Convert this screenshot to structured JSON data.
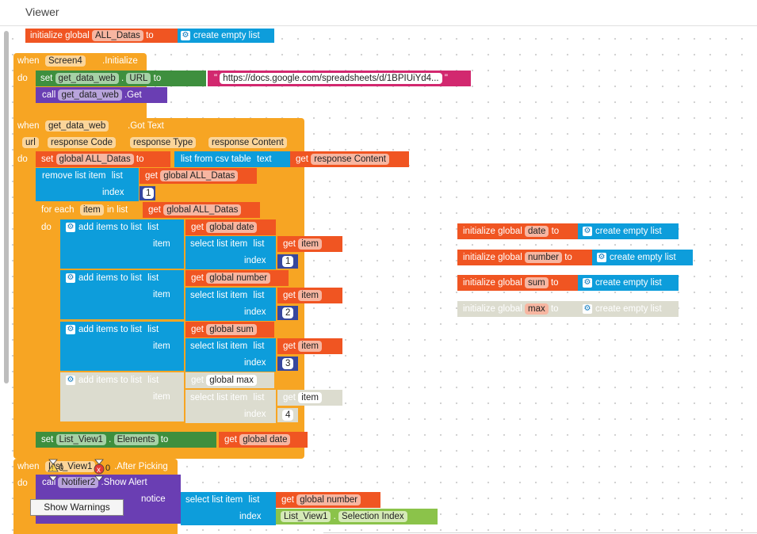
{
  "viewer": {
    "title": "Viewer"
  },
  "blocks": {
    "init_all": {
      "prefix": "initialize global",
      "name": "ALL_Datas",
      "to": "to",
      "value": "create empty list"
    },
    "init_date": {
      "prefix": "initialize global",
      "name": "date",
      "to": "to",
      "value": "create empty list"
    },
    "init_number": {
      "prefix": "initialize global",
      "name": "number",
      "to": "to",
      "value": "create empty list"
    },
    "init_sum": {
      "prefix": "initialize global",
      "name": "sum",
      "to": "to",
      "value": "create empty list"
    },
    "init_max": {
      "prefix": "initialize global",
      "name": "max",
      "to": "to",
      "value": "create empty list"
    },
    "screen_init": {
      "when": "when",
      "component": "Screen4",
      "event": ".Initialize",
      "do": "do",
      "set": "set",
      "set_component": "get_data_web",
      "dot": ".",
      "prop": "URL",
      "to": "to",
      "url_value": "https://docs.google.com/spreadsheets/d/1BPIUiYd4...",
      "call": "call",
      "call_component": "get_data_web",
      "call_method": ".Get"
    },
    "got_text": {
      "when": "when",
      "component": "get_data_web",
      "event": ".Got Text",
      "params": [
        "url",
        "response Code",
        "response Type",
        "response Content"
      ],
      "do": "do",
      "set": "set",
      "set_var": "global ALL_Datas",
      "to": "to",
      "csv": "list from csv table",
      "text": "text",
      "get": "get",
      "get_resp": "response Content",
      "remove": "remove list item",
      "list": "list",
      "get_all": "global ALL_Datas",
      "index": "index",
      "one": "1",
      "foreach": "for each",
      "item_var": "item",
      "in_list": "in list",
      "add": "add items to list",
      "item_lbl": "item",
      "select": "select list item",
      "g_date": "global date",
      "g_number": "global number",
      "g_sum": "global sum",
      "g_max": "global max",
      "get_item": "item",
      "n1": "1",
      "n2": "2",
      "n3": "3",
      "n4": "4",
      "set_elements": "set",
      "lv": "List_View1",
      "elements": "Elements",
      "to2": "to",
      "g_date2": "global date"
    },
    "after_picking": {
      "when": "when",
      "component": "List_View1",
      "event": ".After Picking",
      "do": "do",
      "call": "call",
      "notifier": "Notifier2",
      "method": ".Show Alert",
      "notice": "notice",
      "select": "select list item",
      "list": "list",
      "get": "get",
      "g_number": "global number",
      "index": "index",
      "lv": "List_View1",
      "dot": ".",
      "selection_index": "Selection Index"
    }
  },
  "warnings": {
    "warn_count": "0",
    "error_count": "0",
    "show_label": "Show Warnings"
  },
  "colors": {
    "event": "#f7a523",
    "procedure": "#6a3eb3",
    "setter": "#3e8f3e",
    "variable": "#f05522",
    "list": "#0d9ddb",
    "text": "#d2286f",
    "math": "#37479e"
  }
}
